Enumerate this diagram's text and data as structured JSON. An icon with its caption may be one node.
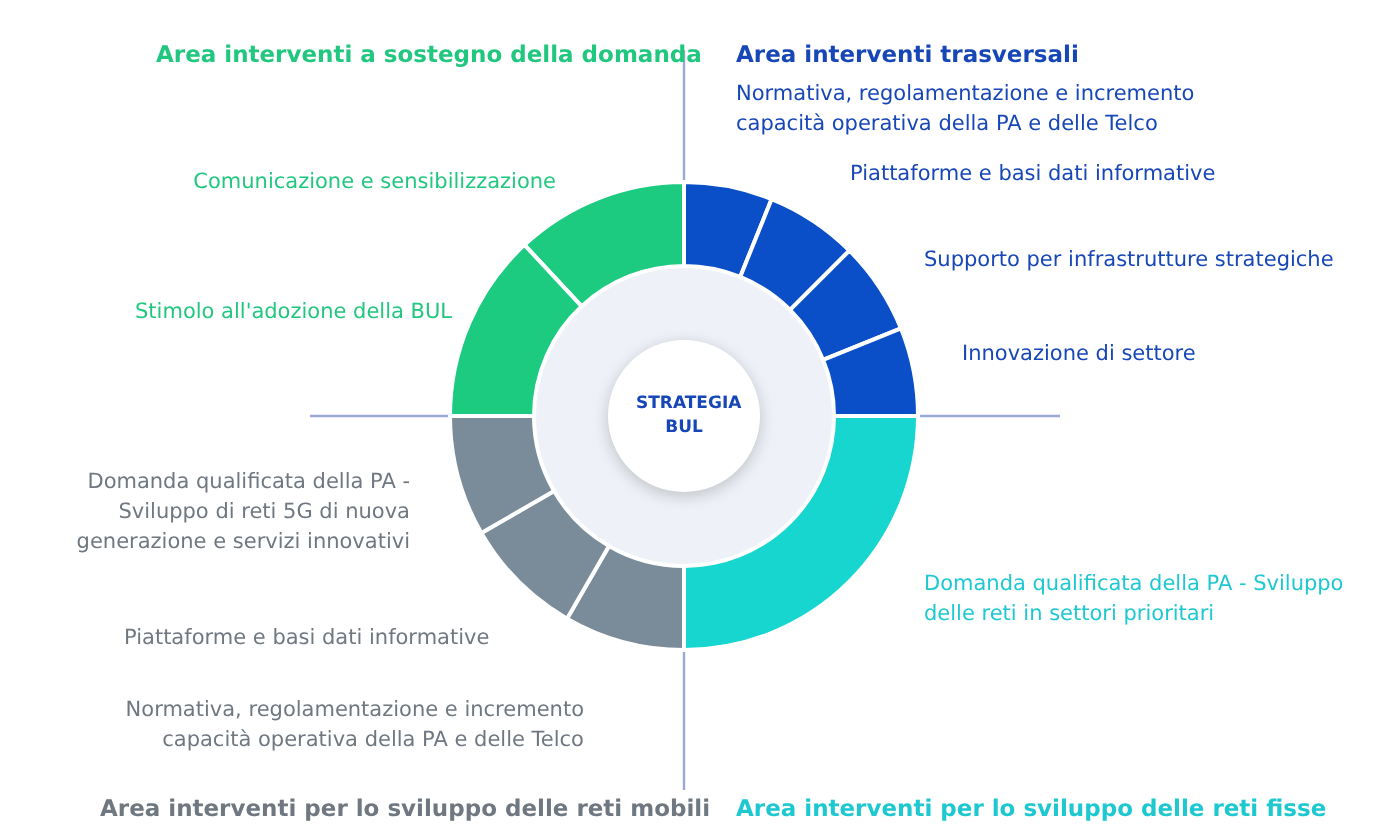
{
  "diagram": {
    "nodes": [
      {
        "text": [
          "Area interventi a sostegno della domanda"
        ]
      },
      {
        "text": [
          "Comunicazione e sensibilizzazione"
        ],
        "in": 0
      },
      {
        "text": [
          "Stimolo all'adozione della BUL"
        ],
        "in": 0
      },
      {
        "text": [
          "Area interventi trasversali"
        ]
      },
      {
        "text": [
          "Normativa, regolamentazione e incremento capacità operativa della PA e delle Telco"
        ],
        "in": 3
      },
      {
        "text": [
          "Piattaforme e basi dati informative"
        ],
        "in": 3
      },
      {
        "text": [
          "Supporto per infrastrutture strategiche"
        ],
        "in": 3
      },
      {
        "text": [
          "Innovazione di settore"
        ],
        "in": 3
      },
      {
        "text": [
          "STRATEGIA BUL"
        ]
      },
      {
        "text": [
          "Area interventi per lo sviluppo delle reti mobili"
        ]
      },
      {
        "text": [
          "Domanda qualificata della PA - Sviluppo di reti 5G di nuova generazione e servizi innovativi"
        ],
        "in": 9
      },
      {
        "text": [
          "Piattaforme e basi dati informative"
        ],
        "in": 9
      },
      {
        "text": [
          "Normativa, regolamentazione e incremento capacità operativa della PA e delle Telco"
        ],
        "in": 9
      },
      {
        "text": [
          "Area interventi per lo sviluppo delle reti fisse"
        ]
      },
      {
        "text": [
          "Domanda qualificata della PA - Sviluppo delle reti in settori prioritari"
        ],
        "in": 13
      }
    ]
  }
}
